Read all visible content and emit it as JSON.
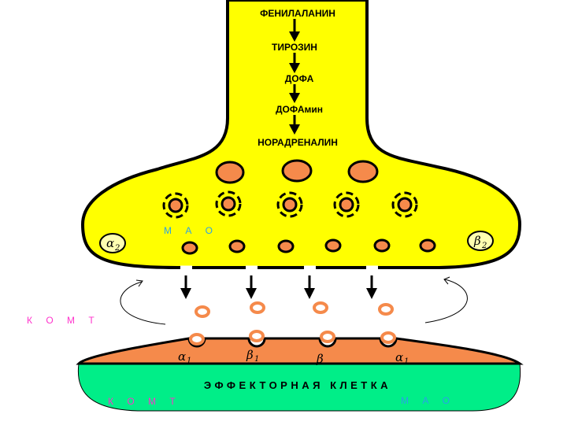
{
  "pathway": [
    "ФЕНИЛАЛАНИН",
    "ТИРОЗИН",
    "ДОФА",
    "ДОФАмин",
    "НОРАДРЕНАЛИН"
  ],
  "enzymes": {
    "mao_terminal": "М А О",
    "komt_left": "К О М Т",
    "komt_effector": "К О М Т",
    "mao_effector": "М А О"
  },
  "effector_cell": {
    "label": "ЭФФЕКТОРНАЯ КЛЕТКА"
  },
  "receptors": {
    "presynaptic_left": "α",
    "presynaptic_left_sub": "2",
    "presynaptic_right": "β",
    "presynaptic_right_sub": "2",
    "postsynaptic": [
      {
        "symbol": "α",
        "sub": "1"
      },
      {
        "symbol": "β",
        "sub": "1"
      },
      {
        "symbol": "β",
        "sub": ""
      },
      {
        "symbol": "α",
        "sub": "1"
      }
    ]
  },
  "colors": {
    "neuron_fill": "#ffff00",
    "vesicle_fill": "#f58a4b",
    "effector_top": "#f58a4b",
    "effector_body": "#00ee88",
    "mao_text": "#2aa1e8",
    "komt_text": "#ff33cc",
    "outline": "#000000"
  }
}
